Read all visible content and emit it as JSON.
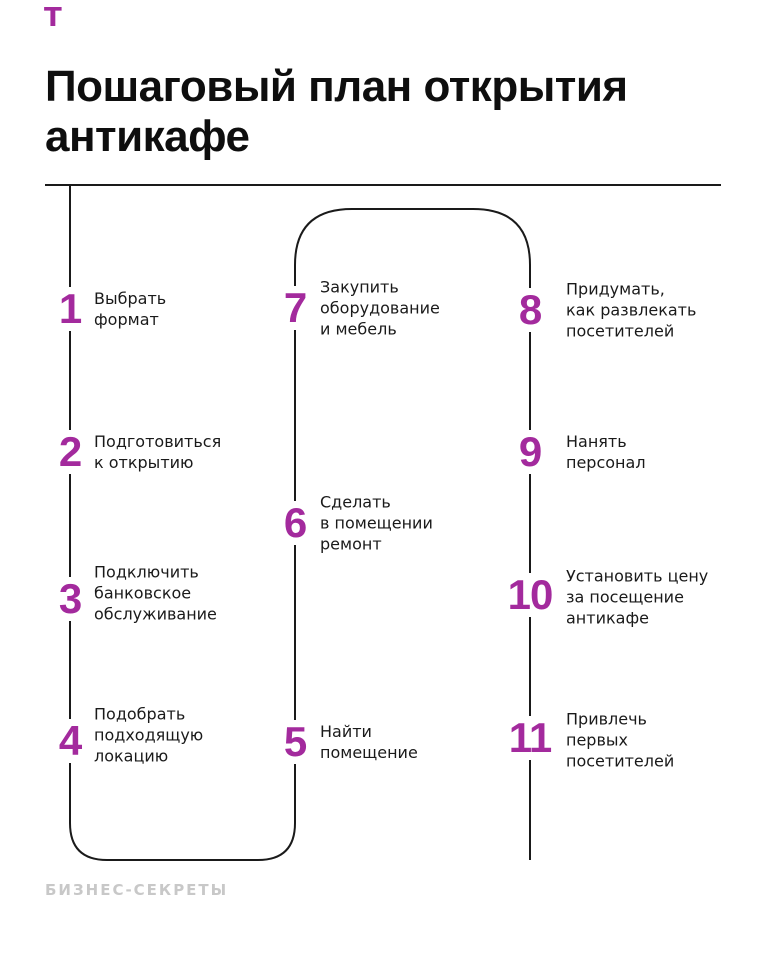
{
  "brand": {
    "logo_glyph": "Т"
  },
  "header": {
    "title": "Пошаговый план открытия антикафе"
  },
  "steps": [
    {
      "num": "1",
      "text": "Выбрать\nформат"
    },
    {
      "num": "2",
      "text": "Подготовиться\nк открытию"
    },
    {
      "num": "3",
      "text": "Подключить\nбанковское\nобслуживание"
    },
    {
      "num": "4",
      "text": "Подобрать\nподходящую\nлокацию"
    },
    {
      "num": "5",
      "text": "Найти\nпомещение"
    },
    {
      "num": "6",
      "text": "Сделать\nв помещении\nремонт"
    },
    {
      "num": "7",
      "text": "Закупить\nоборудование\nи мебель"
    },
    {
      "num": "8",
      "text": "Придумать,\nкак развлекать\nпосетителей"
    },
    {
      "num": "9",
      "text": "Нанять\nперсонал"
    },
    {
      "num": "10",
      "text": "Установить цену\nза посещение\nантикафе"
    },
    {
      "num": "11",
      "text": "Привлечь\nпервых\nпосетителей"
    }
  ],
  "footer": {
    "brand": "БИЗНЕС-СЕКРЕТЫ"
  },
  "colors": {
    "accent": "#A32A9D",
    "ink": "#1a1a1a",
    "title": "#0e0e0e",
    "muted_footer": "#c8c8c8",
    "background": "#ffffff"
  }
}
